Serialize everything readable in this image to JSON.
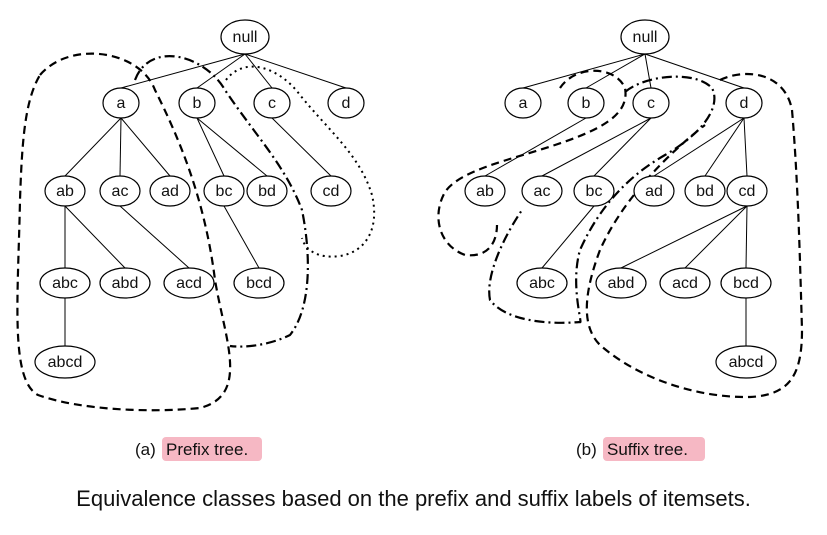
{
  "trees": [
    {
      "id": "prefix",
      "caption_prefix": "(a)",
      "caption_label": "Prefix tree.",
      "nodes": [
        {
          "id": "null",
          "label": "null"
        },
        {
          "id": "a",
          "label": "a"
        },
        {
          "id": "b",
          "label": "b"
        },
        {
          "id": "c",
          "label": "c"
        },
        {
          "id": "d",
          "label": "d"
        },
        {
          "id": "ab",
          "label": "ab"
        },
        {
          "id": "ac",
          "label": "ac"
        },
        {
          "id": "ad",
          "label": "ad"
        },
        {
          "id": "bc",
          "label": "bc"
        },
        {
          "id": "bd",
          "label": "bd"
        },
        {
          "id": "cd",
          "label": "cd"
        },
        {
          "id": "abc",
          "label": "abc"
        },
        {
          "id": "abd",
          "label": "abd"
        },
        {
          "id": "acd",
          "label": "acd"
        },
        {
          "id": "bcd",
          "label": "bcd"
        },
        {
          "id": "abcd",
          "label": "abcd"
        }
      ],
      "edges": [
        [
          "null",
          "a"
        ],
        [
          "null",
          "b"
        ],
        [
          "null",
          "c"
        ],
        [
          "null",
          "d"
        ],
        [
          "a",
          "ab"
        ],
        [
          "a",
          "ac"
        ],
        [
          "a",
          "ad"
        ],
        [
          "b",
          "bc"
        ],
        [
          "b",
          "bd"
        ],
        [
          "c",
          "cd"
        ],
        [
          "ab",
          "abc"
        ],
        [
          "ab",
          "abd"
        ],
        [
          "ac",
          "acd"
        ],
        [
          "bc",
          "bcd"
        ],
        [
          "abc",
          "abcd"
        ]
      ]
    },
    {
      "id": "suffix",
      "caption_prefix": "(b)",
      "caption_label": "Suffix tree.",
      "nodes": [
        {
          "id": "null",
          "label": "null"
        },
        {
          "id": "a",
          "label": "a"
        },
        {
          "id": "b",
          "label": "b"
        },
        {
          "id": "c",
          "label": "c"
        },
        {
          "id": "d",
          "label": "d"
        },
        {
          "id": "ab",
          "label": "ab"
        },
        {
          "id": "ac",
          "label": "ac"
        },
        {
          "id": "bc",
          "label": "bc"
        },
        {
          "id": "ad",
          "label": "ad"
        },
        {
          "id": "bd",
          "label": "bd"
        },
        {
          "id": "cd",
          "label": "cd"
        },
        {
          "id": "abc",
          "label": "abc"
        },
        {
          "id": "abd",
          "label": "abd"
        },
        {
          "id": "acd",
          "label": "acd"
        },
        {
          "id": "bcd",
          "label": "bcd"
        },
        {
          "id": "abcd",
          "label": "abcd"
        }
      ],
      "edges": [
        [
          "null",
          "a"
        ],
        [
          "null",
          "b"
        ],
        [
          "null",
          "c"
        ],
        [
          "null",
          "d"
        ],
        [
          "b",
          "ab"
        ],
        [
          "c",
          "ac"
        ],
        [
          "c",
          "bc"
        ],
        [
          "d",
          "ad"
        ],
        [
          "d",
          "bd"
        ],
        [
          "d",
          "cd"
        ],
        [
          "bc",
          "abc"
        ],
        [
          "cd",
          "abd"
        ],
        [
          "cd",
          "acd"
        ],
        [
          "cd",
          "bcd"
        ],
        [
          "bcd",
          "abcd"
        ]
      ]
    }
  ],
  "main_caption": "Equivalence classes based on the prefix and suffix labels of itemsets.",
  "colors": {
    "highlight": "#f6b8c4",
    "line": "#000000"
  }
}
